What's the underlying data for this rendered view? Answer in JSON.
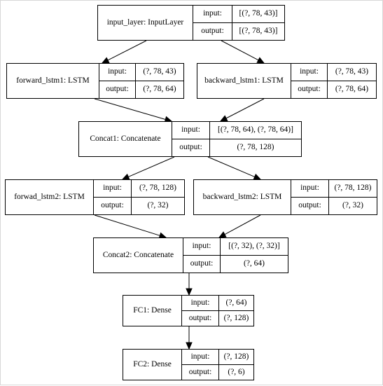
{
  "diagram": {
    "nodes": [
      {
        "id": "input_layer",
        "name": "input_layer: InputLayer",
        "input_label": "input:",
        "input_value": "[(?, 78, 43)]",
        "output_label": "output:",
        "output_value": "[(?, 78, 43)]"
      },
      {
        "id": "forward_lstm1",
        "name": "forward_lstm1: LSTM",
        "input_label": "input:",
        "input_value": "(?, 78, 43)",
        "output_label": "output:",
        "output_value": "(?, 78, 64)"
      },
      {
        "id": "backward_lstm1",
        "name": "backward_lstm1: LSTM",
        "input_label": "input:",
        "input_value": "(?, 78, 43)",
        "output_label": "output:",
        "output_value": "(?, 78, 64)"
      },
      {
        "id": "concat1",
        "name": "Concat1: Concatenate",
        "input_label": "input:",
        "input_value": "[(?, 78, 64), (?, 78, 64)]",
        "output_label": "output:",
        "output_value": "(?, 78, 128)"
      },
      {
        "id": "forwad_lstm2",
        "name": "forwad_lstm2: LSTM",
        "input_label": "input:",
        "input_value": "(?, 78, 128)",
        "output_label": "output:",
        "output_value": "(?, 32)"
      },
      {
        "id": "backward_lstm2",
        "name": "backward_lstm2: LSTM",
        "input_label": "input:",
        "input_value": "(?, 78, 128)",
        "output_label": "output:",
        "output_value": "(?, 32)"
      },
      {
        "id": "concat2",
        "name": "Concat2: Concatenate",
        "input_label": "input:",
        "input_value": "[(?, 32), (?, 32)]",
        "output_label": "output:",
        "output_value": "(?, 64)"
      },
      {
        "id": "fc1",
        "name": "FC1: Dense",
        "input_label": "input:",
        "input_value": "(?, 64)",
        "output_label": "output:",
        "output_value": "(?, 128)"
      },
      {
        "id": "fc2",
        "name": "FC2: Dense",
        "input_label": "input:",
        "input_value": "(?, 128)",
        "output_label": "output:",
        "output_value": "(?, 6)"
      }
    ],
    "edges": [
      {
        "from": "input_layer",
        "to": "forward_lstm1"
      },
      {
        "from": "input_layer",
        "to": "backward_lstm1"
      },
      {
        "from": "forward_lstm1",
        "to": "concat1"
      },
      {
        "from": "backward_lstm1",
        "to": "concat1"
      },
      {
        "from": "concat1",
        "to": "forwad_lstm2"
      },
      {
        "from": "concat1",
        "to": "backward_lstm2"
      },
      {
        "from": "forwad_lstm2",
        "to": "concat2"
      },
      {
        "from": "backward_lstm2",
        "to": "concat2"
      },
      {
        "from": "concat2",
        "to": "fc1"
      },
      {
        "from": "fc1",
        "to": "fc2"
      }
    ]
  }
}
